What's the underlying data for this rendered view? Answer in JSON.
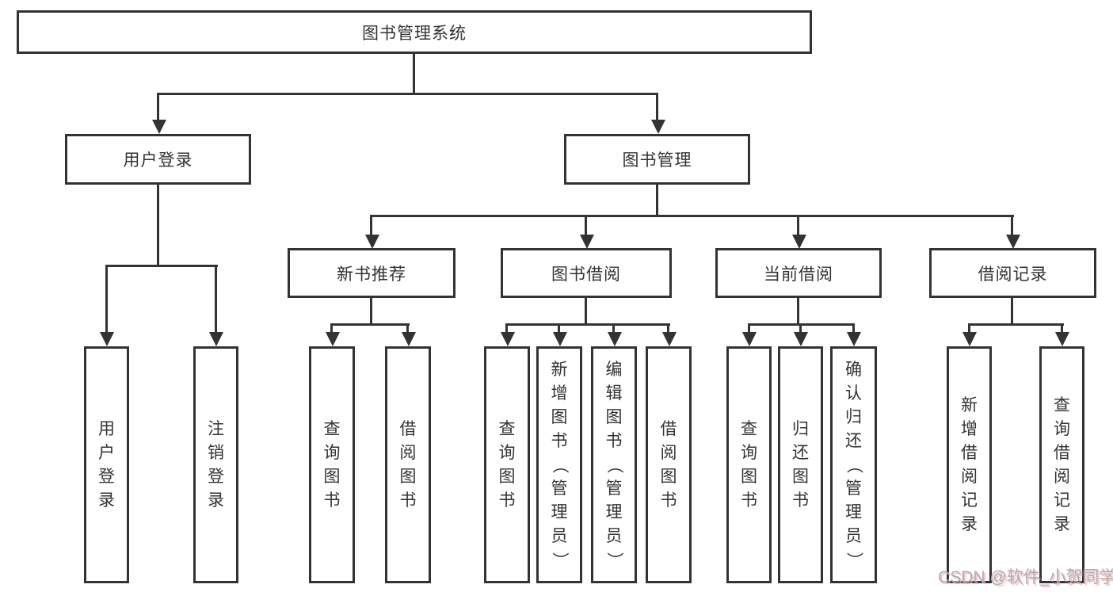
{
  "tree": {
    "root": "图书管理系统",
    "l2": [
      "用户登录",
      "图书管理"
    ],
    "l3": [
      "新书推荐",
      "图书借阅",
      "当前借阅",
      "借阅记录"
    ],
    "leaves": [
      "用户登录",
      "注销登录",
      "查询图书",
      "借阅图书",
      "查询图书",
      "新增图书（管理员）",
      "编辑图书（管理员）",
      "借阅图书",
      "查询图书",
      "归还图书",
      "确认归还（管理员）",
      "新增借阅记录",
      "查询借阅记录"
    ]
  },
  "watermark": "CSDN @软件_小贺同学",
  "colors": {
    "line": "#333333",
    "text": "#333333",
    "background": "#ffffff",
    "watermark_gray": "#aeaeae",
    "watermark_pink": "#eeaab6"
  }
}
